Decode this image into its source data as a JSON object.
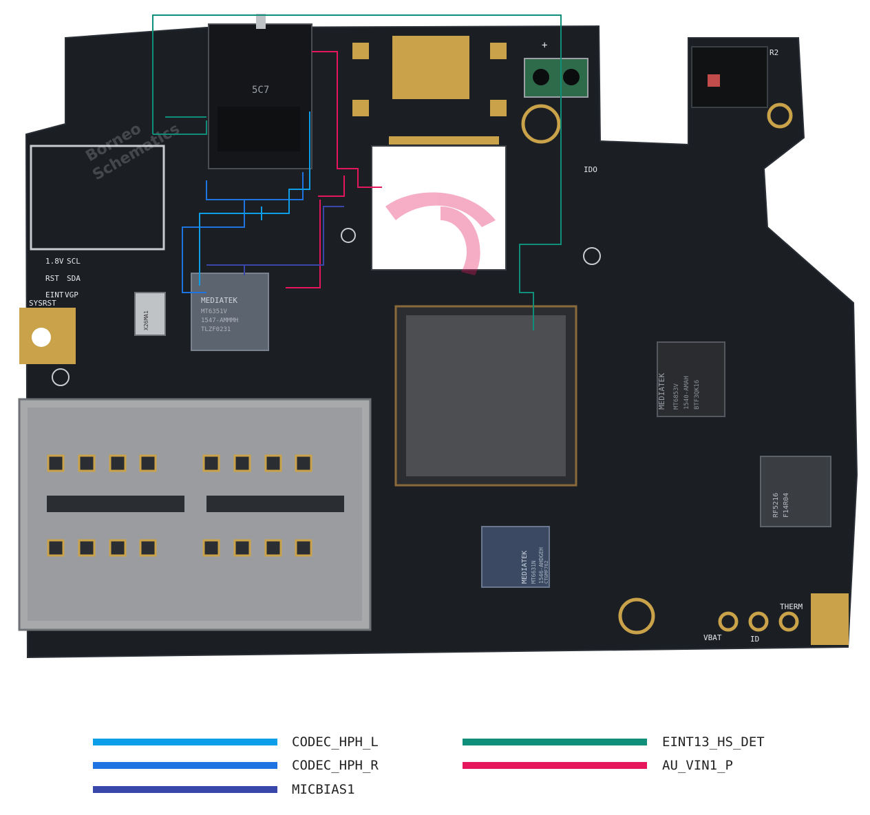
{
  "board": {
    "silkscreen": {
      "labels_left": [
        "1.8V",
        "SCL",
        "RST",
        "SDA",
        "EINT",
        "VGP",
        "SYSRST"
      ],
      "labels_bottom": [
        "VBAT",
        "ID",
        "THERM"
      ],
      "marks": [
        "R2",
        "5C7",
        "IDO",
        "+"
      ]
    },
    "chips": {
      "codec": {
        "brand": "MEDIATEK",
        "line1": "MT6351V",
        "line2": "1547-AMMMH",
        "line3": "TLZF0231"
      },
      "soc": {
        "lines": [
          "MT6853V",
          "1540-AMAH",
          "BTF3QK16"
        ],
        "brand": "MEDIATEK"
      },
      "pmic2": {
        "brand": "MEDIATEK",
        "line1": "MT6631N",
        "line2": "1546-AHDGEH",
        "line3": "CTGMF762"
      },
      "rf": {
        "line1": "RF5216",
        "line2": "F14R04"
      },
      "crystal": {
        "line1": "X26MA1"
      }
    },
    "watermark": {
      "line1": "Borneo",
      "line2": "Schematics"
    }
  },
  "legend": [
    {
      "label": "CODEC_HPH_L",
      "color": "#0c9ee8"
    },
    {
      "label": "CODEC_HPH_R",
      "color": "#1e74e0"
    },
    {
      "label": "MICBIAS1",
      "color": "#3a47aa"
    },
    {
      "label": "EINT13_HS_DET",
      "color": "#0f8f7a"
    },
    {
      "label": "AU_VIN1_P",
      "color": "#e5165c"
    }
  ]
}
